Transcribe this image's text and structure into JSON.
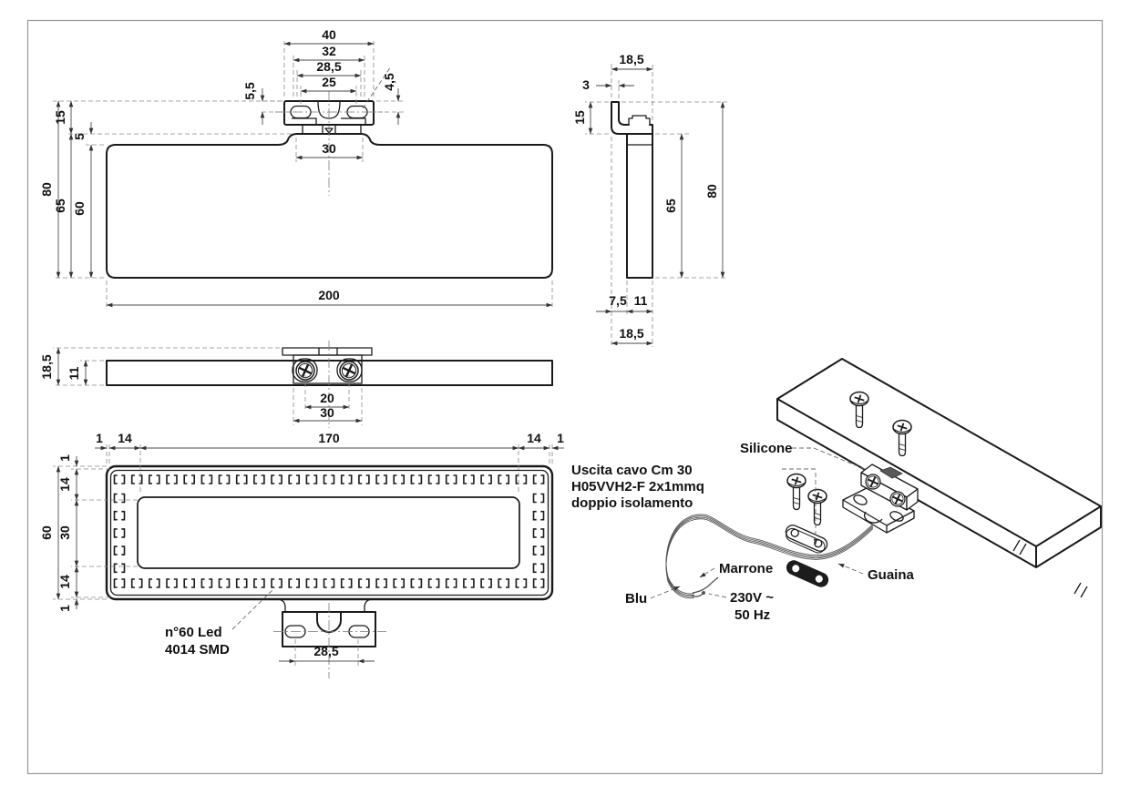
{
  "drawing": {
    "front": {
      "d40": "40",
      "d32": "32",
      "d28_5": "28,5",
      "d25": "25",
      "d5_5": "5,5",
      "d4_5": "4,5",
      "d80": "80",
      "d15": "15",
      "d5": "5",
      "d65": "65",
      "d60": "60",
      "d30": "30",
      "d200": "200"
    },
    "side": {
      "d18_5": "18,5",
      "d3": "3",
      "d15": "15",
      "d65": "65",
      "d80": "80",
      "d7_5": "7,5",
      "d11": "11",
      "d18_5b": "18,5"
    },
    "top": {
      "d18_5": "18,5",
      "d11": "11",
      "d20": "20",
      "d30": "30"
    },
    "bottom": {
      "t1a": "1",
      "t14a": "14",
      "t170": "170",
      "t14b": "14",
      "t1b": "1",
      "l1a": "1",
      "l14a": "14",
      "l30": "30",
      "l14b": "14",
      "l1b": "1",
      "l60": "60",
      "d28_5": "28,5",
      "note1": "n°60 Led",
      "note2": "4014 SMD"
    },
    "iso": {
      "silicone": "Silicone",
      "cable1": "Uscita cavo Cm 30",
      "cable2": "H05VVH2-F  2x1mmq",
      "cable3": "doppio isolamento",
      "marrone": "Marrone",
      "blu": "Blu",
      "volt1": "230V ~",
      "volt2": "50 Hz",
      "guaina": "Guaina"
    }
  },
  "colors": {
    "line": "#1a1a1a",
    "dim": "#4a4a4a",
    "frame": "#9a9a9a",
    "background": "#ffffff"
  }
}
